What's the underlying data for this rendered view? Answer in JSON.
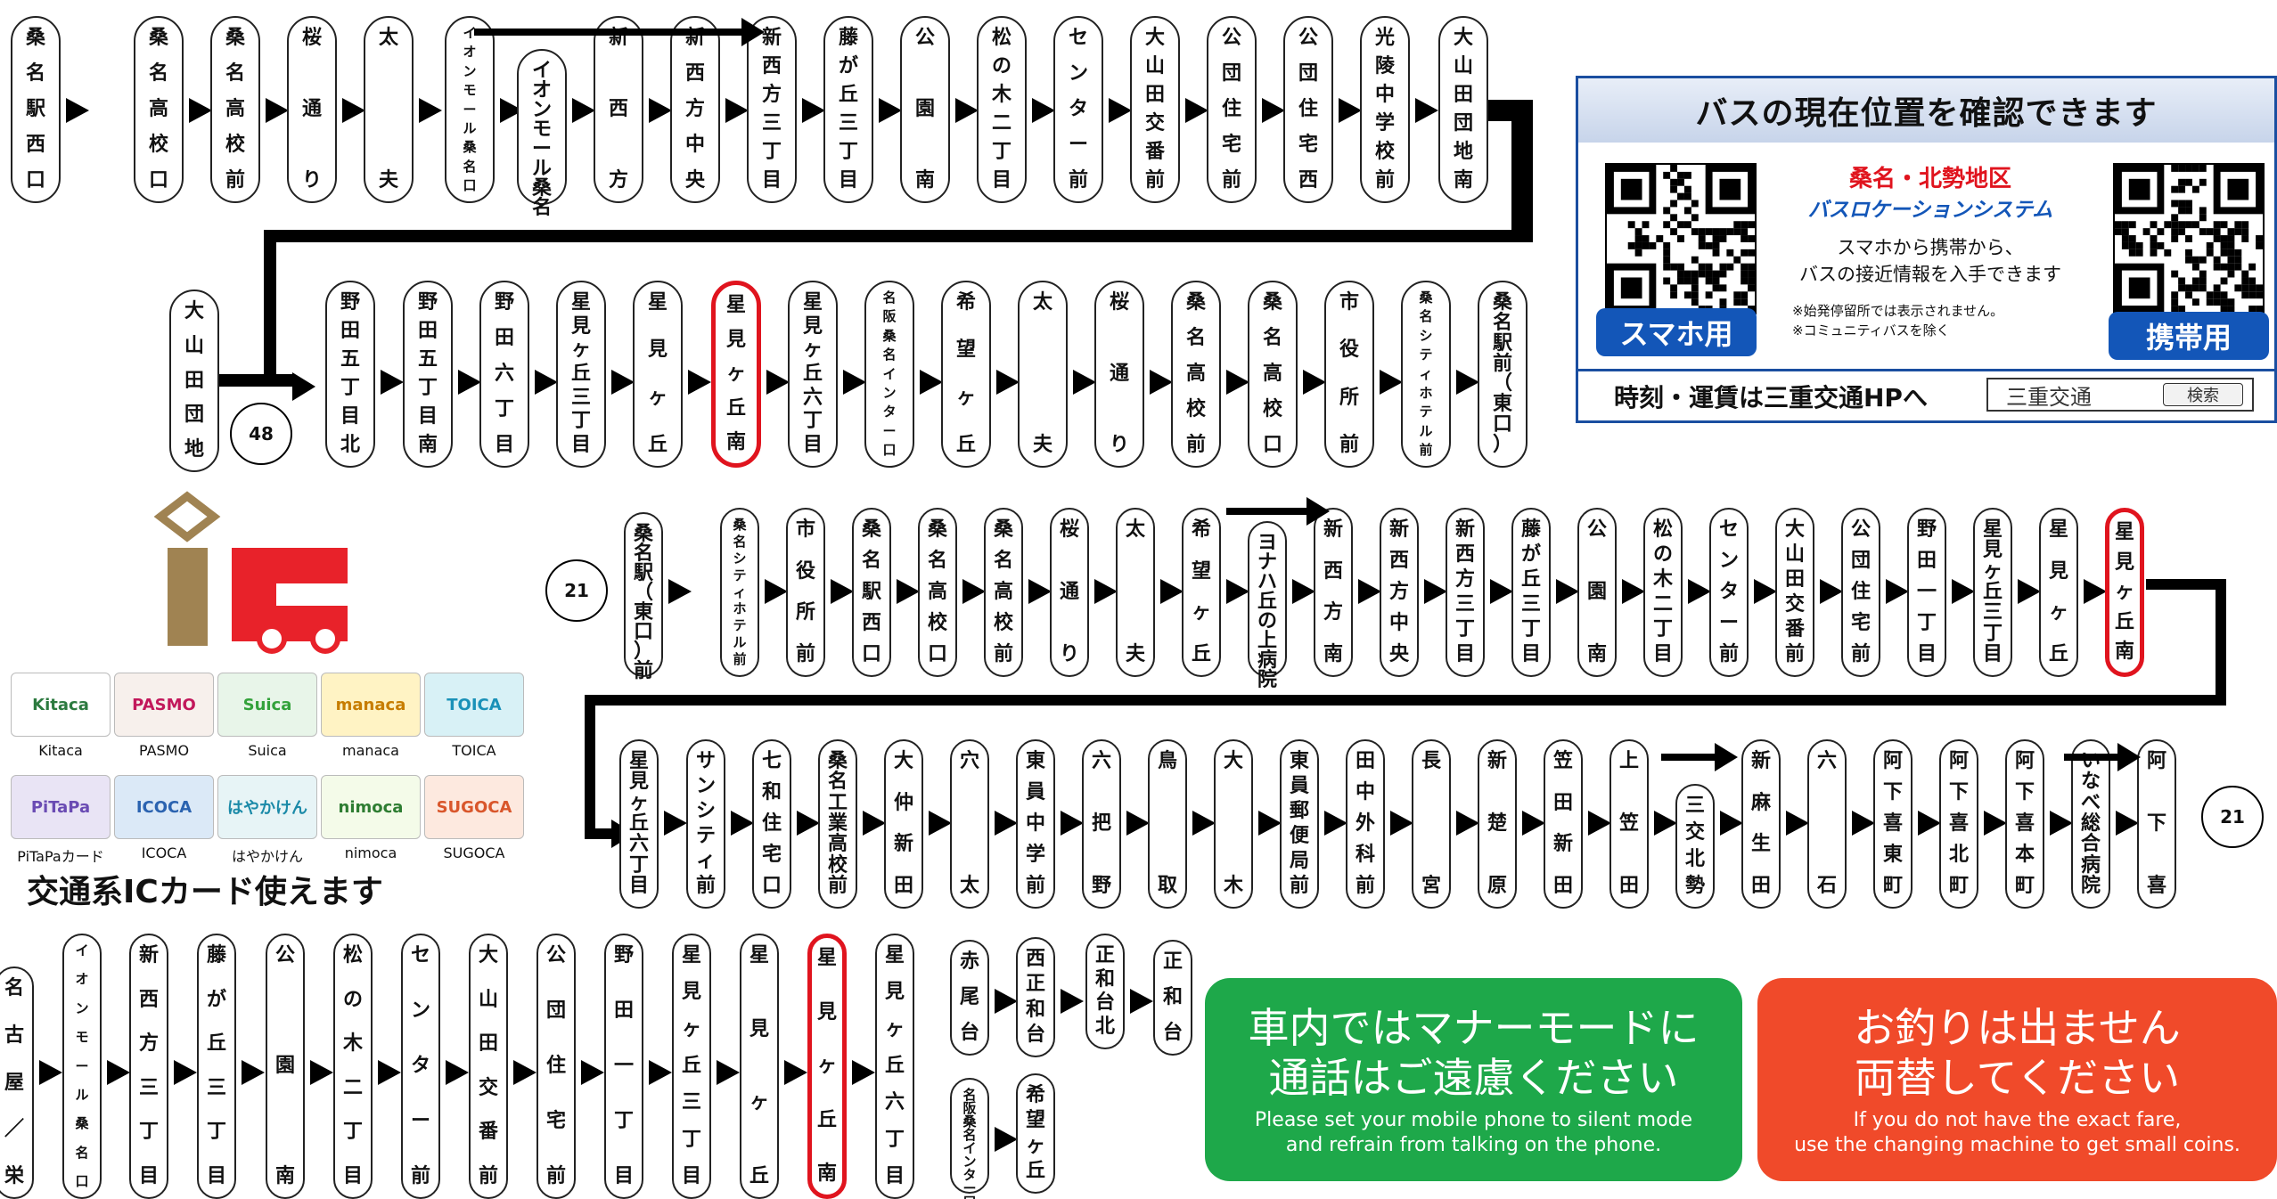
{
  "rows": [
    {
      "stops": [
        "桑名駅西口",
        "桑名高校口",
        "桑名高校前",
        "桜通り",
        "太夫",
        "イオンモール桑名口",
        "イオンモール桑名",
        "新西方",
        "新西方中央",
        "新西方三丁目",
        "藤が丘三丁目",
        "公園南",
        "松の木二丁目",
        "センター前",
        "大山田交番前",
        "公団住宅前",
        "公団住宅西",
        "光陵中学校前",
        "大山田団地南"
      ]
    },
    {
      "stops": [
        "大山田団地",
        "野田五丁目北",
        "野田五丁目南",
        "野田六丁目",
        "星見ヶ丘三丁目",
        "星見ヶ丘",
        "星見ヶ丘南",
        "星見ヶ丘六丁目",
        "名阪桑名インター口",
        "希望ヶ丘",
        "太夫",
        "桜通り",
        "桑名高校前",
        "桑名高校口",
        "市役所前",
        "桑名シティホテル前",
        "桑名駅前（東口）"
      ]
    },
    {
      "stops": [
        "桑名駅（東口）前",
        "桑名シティホテル前",
        "市役所前",
        "桑名駅西口",
        "桑名高校口",
        "桑名高校前",
        "桜通り",
        "太夫",
        "希望ヶ丘",
        "ヨナハ丘の上病院",
        "新西方南",
        "新西方中央",
        "新西方三丁目",
        "藤が丘三丁目",
        "公園南",
        "松の木二丁目",
        "センター前",
        "大山田交番前",
        "公団住宅前",
        "野田一丁目",
        "星見ヶ丘三丁目",
        "星見ヶ丘",
        "星見ヶ丘南"
      ]
    },
    {
      "stops": [
        "星見ヶ丘六丁目",
        "サンシティ前",
        "七和住宅口",
        "桑名工業高校前",
        "大仲新田",
        "穴太",
        "東員中学前",
        "六把野",
        "鳥取",
        "大木",
        "東員郵便局前",
        "田中外科前",
        "長宮",
        "新楚原",
        "笠田新田",
        "上笠田",
        "三交北勢",
        "新麻生田",
        "六石",
        "阿下喜東町",
        "阿下喜北町",
        "阿下喜本町",
        "いなべ総合病院",
        "阿下喜"
      ]
    },
    {
      "stops": [
        "名古屋／栄",
        "イオンモール桑名口",
        "新西方三丁目",
        "藤が丘三丁目",
        "公園南",
        "松の木二丁目",
        "センター前",
        "大山田交番前",
        "公団住宅前",
        "野田一丁目",
        "星見ヶ丘三丁目",
        "星見ヶ丘",
        "星見ヶ丘南",
        "星見ヶ丘六丁目",
        "赤尾台",
        "西正和台",
        "正和台北",
        "正和台",
        "名阪桑名インター口",
        "希望ヶ丘"
      ]
    }
  ],
  "route_numbers": {
    "r48": "48",
    "r21a": "21",
    "r21b": "21"
  },
  "panel": {
    "title": "バスの現在位置を確認できます",
    "area": "桑名・北勢地区",
    "system": "バスロケーションシステム",
    "desc1": "スマホから携帯から、",
    "desc2": "バスの接近情報を入手できます",
    "note1": "※始発停留所では表示されません。",
    "note2": "※コミュニティバスを除く",
    "smartphone_label": "スマホ用",
    "mobile_label": "携帯用",
    "footer": "時刻・運賃は三重交通HPへ",
    "search_text": "三重交通",
    "search_button": "検索"
  },
  "ic": {
    "caption": "交通系ICカード使えます",
    "cards": [
      "Kitaca",
      "PASMO",
      "Suica",
      "manaca",
      "TOICA",
      "PiTaPaカード",
      "ICOCA",
      "はやかけん",
      "nimoca",
      "SUGOCA"
    ]
  },
  "notice_green": {
    "line1": "車内ではマナーモードに",
    "line2": "通話はご遠慮ください",
    "en1": "Please set your mobile phone to silent mode",
    "en2": "and refrain from talking on the phone."
  },
  "notice_red": {
    "line1": "お釣りは出ません",
    "line2": "両替してください",
    "en1": "If you do not have the exact fare,",
    "en2": "use the changing machine to get small coins."
  },
  "colors": {
    "highlight": "#e0141e",
    "green": "#1ea84a",
    "red": "#f04a2a",
    "blue": "#1356b8"
  }
}
